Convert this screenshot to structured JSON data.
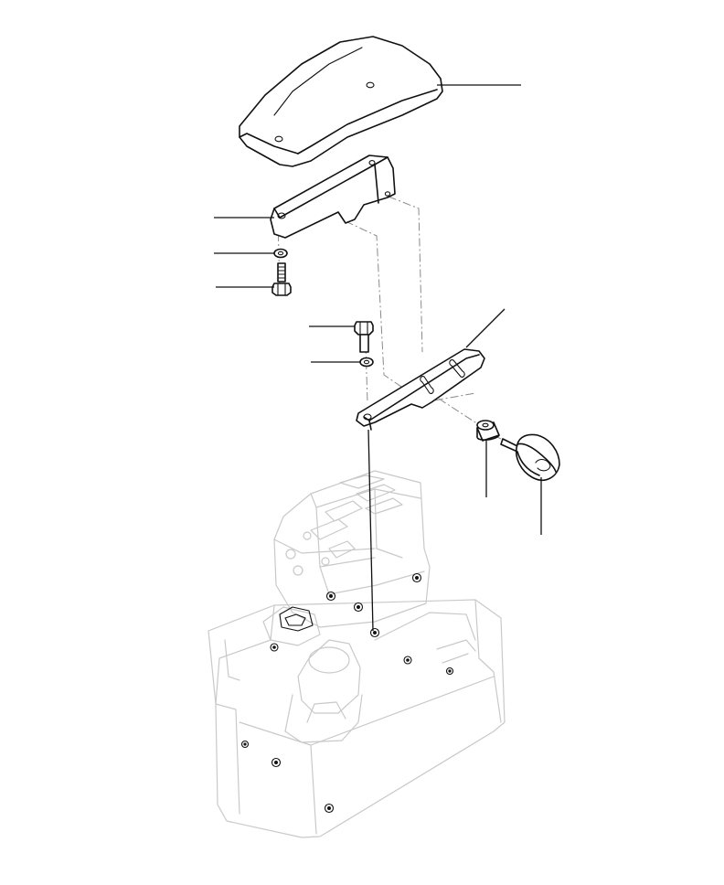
{
  "diagram": {
    "style": "exploded-parts-view",
    "parts": [
      {
        "id": "armrest-cushion",
        "icon": "armrest-cushion-icon"
      },
      {
        "id": "upper-bracket",
        "icon": "bracket-icon"
      },
      {
        "id": "washer-left",
        "icon": "washer-icon"
      },
      {
        "id": "bolt-left",
        "icon": "bolt-icon"
      },
      {
        "id": "bolt-center",
        "icon": "bolt-icon"
      },
      {
        "id": "washer-center",
        "icon": "washer-icon"
      },
      {
        "id": "lower-bracket",
        "icon": "bracket-icon"
      },
      {
        "id": "spacer-bushing",
        "icon": "bushing-icon"
      },
      {
        "id": "control-knob",
        "icon": "knob-icon"
      },
      {
        "id": "control-console",
        "icon": "console-icon"
      }
    ],
    "colors": {
      "ink": "#111111",
      "ghost": "#c9c9c9",
      "centerline": "#8a8a8a"
    }
  }
}
